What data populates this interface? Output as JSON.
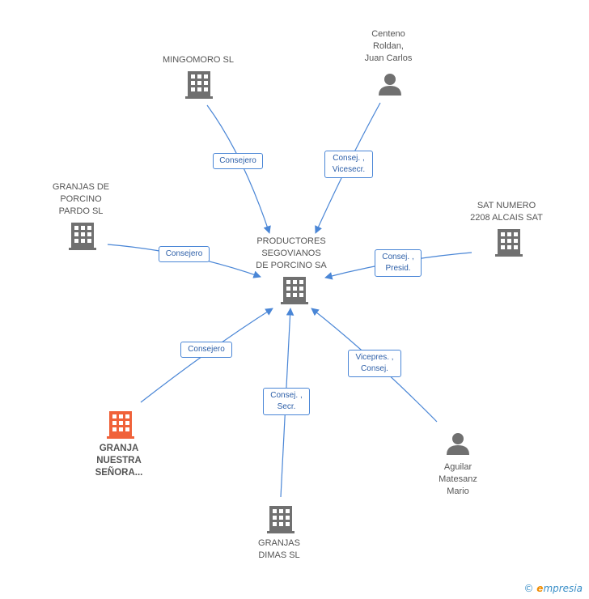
{
  "colors": {
    "edge": "#4a86d6",
    "company_icon": "#707070",
    "person_icon": "#707070",
    "focus_icon": "#f0623a"
  },
  "center": {
    "label": "PRODUCTORES\nSEGOVIANOS\nDE PORCINO SA",
    "icon": "building-icon"
  },
  "nodes": {
    "mingomoro": {
      "label": "MINGOMORO SL",
      "icon": "building-icon"
    },
    "centeno": {
      "label": "Centeno\nRoldan,\nJuan Carlos",
      "icon": "person-icon"
    },
    "granjas_pardo": {
      "label": "GRANJAS DE\nPORCINO\nPARDO SL",
      "icon": "building-icon"
    },
    "sat_numero": {
      "label": "SAT NUMERO\n2208 ALCAIS SAT",
      "icon": "building-icon"
    },
    "granja_nuestra": {
      "label": "GRANJA\nNUESTRA\nSEÑORA...",
      "icon": "building-icon"
    },
    "granjas_dimas": {
      "label": "GRANJAS\nDIMAS SL",
      "icon": "building-icon"
    },
    "aguilar": {
      "label": "Aguilar\nMatesanz\nMario",
      "icon": "person-icon"
    }
  },
  "edges": {
    "mingomoro": "Consejero",
    "centeno": "Consej. ,\nVicesecr.",
    "granjas_pardo": "Consejero",
    "sat_numero": "Consej. ,\nPresid.",
    "granja_nuestra": "Consejero",
    "granjas_dimas": "Consej. ,\nSecr.",
    "aguilar": "Vicepres. ,\nConsej."
  },
  "copyright": {
    "symbol": "©",
    "brand_first": "e",
    "brand_rest": "mpresia"
  }
}
